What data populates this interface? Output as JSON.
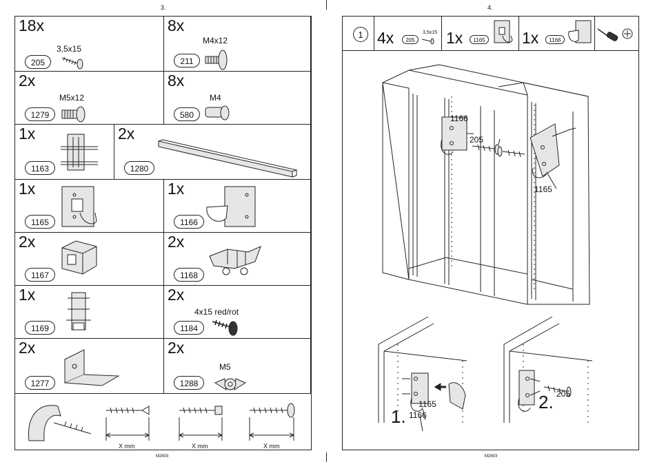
{
  "left_page": {
    "page_number": "3.",
    "footer": "M2603",
    "parts": [
      {
        "qty": "18x",
        "code": "205",
        "size": "3,5x15"
      },
      {
        "qty": "8x",
        "code": "211",
        "size": "M4x12"
      },
      {
        "qty": "2x",
        "code": "1279",
        "size": "M5x12"
      },
      {
        "qty": "8x",
        "code": "580",
        "size": "M4"
      },
      {
        "qty": "1x",
        "code": "1163"
      },
      {
        "qty": "2x",
        "code": "1280"
      },
      {
        "qty": "1x",
        "code": "1165"
      },
      {
        "qty": "1x",
        "code": "1166"
      },
      {
        "qty": "2x",
        "code": "1167"
      },
      {
        "qty": "2x",
        "code": "1168"
      },
      {
        "qty": "1x",
        "code": "1169"
      },
      {
        "qty": "2x",
        "code": "1184",
        "size": "4x15 red/rot"
      },
      {
        "qty": "2x",
        "code": "1277"
      },
      {
        "qty": "2x",
        "code": "1288",
        "size": "M5"
      }
    ],
    "measure_labels": [
      "X mm",
      "X mm",
      "X mm"
    ]
  },
  "right_page": {
    "page_number": "4.",
    "footer": "M2603",
    "step": "1",
    "header_parts": [
      {
        "qty": "4x",
        "code": "205",
        "size": "3,5x15"
      },
      {
        "qty": "1x",
        "code": "1165"
      },
      {
        "qty": "1x",
        "code": "1166"
      }
    ],
    "callouts": [
      "1166",
      "205",
      "1165",
      "1165",
      "1166",
      "205"
    ],
    "substeps": [
      "1.",
      "2."
    ]
  }
}
